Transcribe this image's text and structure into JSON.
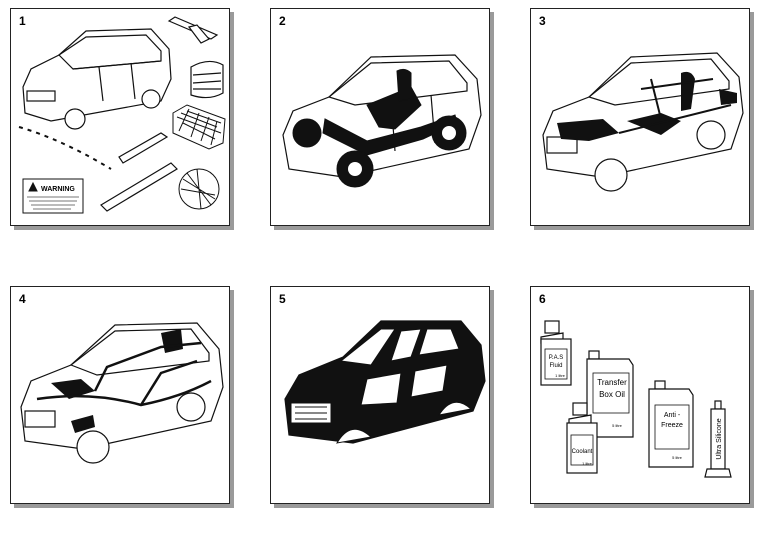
{
  "panels": [
    {
      "number": "1"
    },
    {
      "number": "2"
    },
    {
      "number": "3"
    },
    {
      "number": "4"
    },
    {
      "number": "5"
    },
    {
      "number": "6"
    }
  ],
  "panel1": {
    "warning_title": "WARNING"
  },
  "panel6": {
    "pas_fluid": [
      "P.A.S",
      "Fluid"
    ],
    "pas_volume": "1 litre",
    "transfer_box_oil": [
      "Transfer",
      "Box Oil"
    ],
    "transfer_volume": "5 litre",
    "coolant": "Coolant",
    "coolant_volume": "1 litre",
    "anti_freeze": [
      "Anti -",
      "Freeze"
    ],
    "antifreeze_volume": "5 litre",
    "ultra_silicone": "Ultra Silicone"
  }
}
